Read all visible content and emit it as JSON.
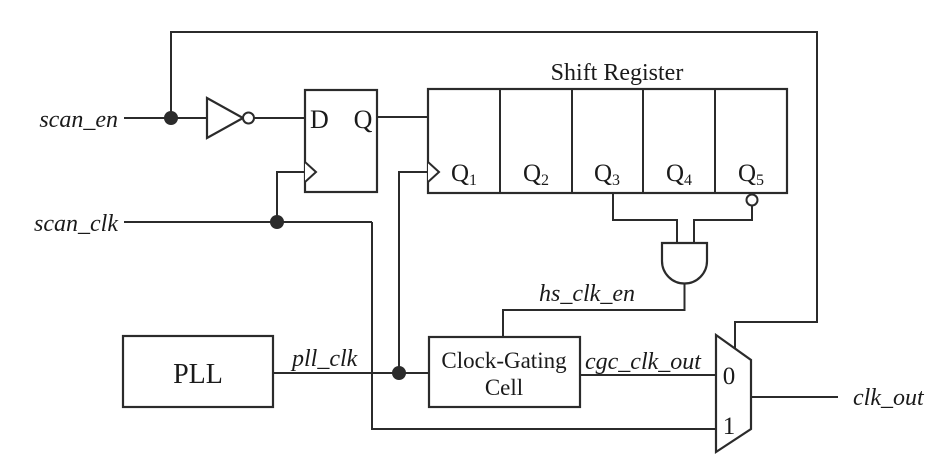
{
  "diagram": {
    "signals": {
      "scan_en": "scan_en",
      "scan_clk": "scan_clk",
      "pll_clk": "pll_clk",
      "hs_clk_en": "hs_clk_en",
      "cgc_clk_out": "cgc_clk_out",
      "clk_out": "clk_out"
    },
    "pll": {
      "label": "PLL"
    },
    "cgc": {
      "line1": "Clock-Gating",
      "line2": "Cell"
    },
    "dff": {
      "d_label": "D",
      "q_label": "Q"
    },
    "shift_register": {
      "title": "Shift Register",
      "cells": [
        {
          "base": "Q",
          "sub": "1"
        },
        {
          "base": "Q",
          "sub": "2"
        },
        {
          "base": "Q",
          "sub": "3"
        },
        {
          "base": "Q",
          "sub": "4"
        },
        {
          "base": "Q",
          "sub": "5"
        }
      ]
    },
    "mux": {
      "in0": "0",
      "in1": "1"
    },
    "colors": {
      "line": "#2b2b2b",
      "background": "#ffffff",
      "text": "#1a1a1a"
    }
  }
}
